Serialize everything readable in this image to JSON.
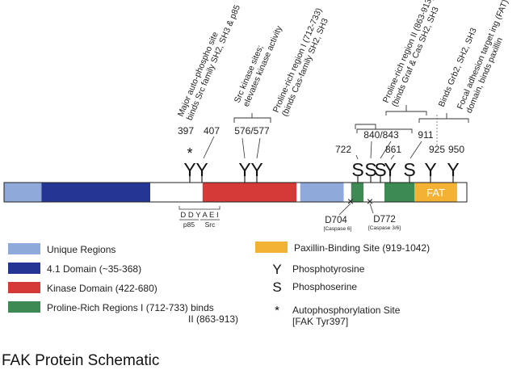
{
  "caption": "FAK Protein Schematic",
  "colors": {
    "unique": "#8ea9da",
    "domain41": "#253593",
    "kinase": "#d63a36",
    "proline": "#3d8a54",
    "fat": "#f3b234",
    "outline": "#222222"
  },
  "bar_segments": [
    {
      "name": "unique-region-1",
      "color_key": "unique",
      "start": 0.0,
      "end": 0.081
    },
    {
      "name": "domain-41",
      "color_key": "domain41",
      "start": 0.081,
      "end": 0.316
    },
    {
      "name": "linker-1",
      "color_key": "white",
      "start": 0.316,
      "end": 0.429
    },
    {
      "name": "kinase-domain",
      "color_key": "kinase",
      "start": 0.429,
      "end": 0.632
    },
    {
      "name": "linker-2",
      "color_key": "white",
      "start": 0.632,
      "end": 0.64
    },
    {
      "name": "unique-region-2",
      "color_key": "unique",
      "start": 0.64,
      "end": 0.734
    },
    {
      "name": "linker-3",
      "color_key": "white",
      "start": 0.734,
      "end": 0.75
    },
    {
      "name": "proline-rich-1",
      "color_key": "proline",
      "start": 0.75,
      "end": 0.777
    },
    {
      "name": "linker-4",
      "color_key": "white",
      "start": 0.777,
      "end": 0.822
    },
    {
      "name": "proline-rich-2",
      "color_key": "proline",
      "start": 0.822,
      "end": 0.887
    },
    {
      "name": "fat-domain",
      "color_key": "fat",
      "start": 0.887,
      "end": 0.979
    },
    {
      "name": "linker-5",
      "color_key": "white",
      "start": 0.979,
      "end": 1.0
    }
  ],
  "fat_label": "FAT",
  "sites": [
    {
      "residue": "397",
      "kind": "Y",
      "label": "397",
      "autophospho": true
    },
    {
      "residue": "407",
      "kind": "Y",
      "label": "407",
      "autophospho": false
    },
    {
      "residue": "576",
      "kind": "Y",
      "label": "",
      "autophospho": false
    },
    {
      "residue": "577",
      "kind": "Y",
      "label": "",
      "autophospho": false
    },
    {
      "residue": "722",
      "kind": "S",
      "label": "722",
      "autophospho": false
    },
    {
      "residue": "840",
      "kind": "S",
      "label": "",
      "autophospho": false
    },
    {
      "residue": "843",
      "kind": "S",
      "label": "",
      "autophospho": false
    },
    {
      "residue": "861",
      "kind": "Y",
      "label": "861",
      "autophospho": false
    },
    {
      "residue": "911",
      "kind": "S",
      "label": "911",
      "autophospho": false
    },
    {
      "residue": "925",
      "kind": "Y",
      "label": "925",
      "autophospho": false
    },
    {
      "residue": "950",
      "kind": "Y",
      "label": "950",
      "autophospho": false
    }
  ],
  "pair_labels": [
    "576/577",
    "840/843"
  ],
  "annotations": [
    {
      "name": "annotation-397",
      "lines": [
        "Major auto-phospho site",
        "binds Src family SH2, SH3 & p85"
      ]
    },
    {
      "name": "annotation-src-kinase",
      "lines": [
        "Src kinase sites;",
        "elevates kinase activity"
      ]
    },
    {
      "name": "annotation-proline-1",
      "lines": [
        "Proline-rich region I (712-733)",
        "(binds Cas-family SH2, SH3"
      ]
    },
    {
      "name": "annotation-proline-2",
      "lines": [
        "Proline-rich region II (863-913)",
        "(binds Graf & Cas SH2, SH3"
      ]
    },
    {
      "name": "annotation-925",
      "lines": [
        "Binds Grb2, SH2, SH3"
      ]
    },
    {
      "name": "annotation-fat",
      "lines": [
        "Focal adhesion target ing (FAT)",
        "domain, binds paxillin"
      ]
    }
  ],
  "motif": {
    "sequence": "D D Y A E I",
    "p85": "p85",
    "src": "Src"
  },
  "caspase": [
    {
      "name": "d704",
      "label": "D704",
      "sub": "[Caspase 6]"
    },
    {
      "name": "d772",
      "label": "D772",
      "sub": "[Caspase 3/6]"
    }
  ],
  "legend_swatches": [
    {
      "name": "legend-unique-regions",
      "color_key": "unique",
      "lines": [
        "Unique Regions"
      ]
    },
    {
      "name": "legend-41-domain",
      "color_key": "domain41",
      "lines": [
        "4.1 Domain (~35-368)"
      ]
    },
    {
      "name": "legend-kinase-domain",
      "color_key": "kinase",
      "lines": [
        "Kinase Domain (422-680)"
      ]
    },
    {
      "name": "legend-proline-rich",
      "color_key": "proline",
      "lines": [
        "Proline-Rich Regions  I (712-733) binds",
        "II (863-913)"
      ]
    },
    {
      "name": "legend-paxillin",
      "color_key": "fat",
      "lines": [
        "Paxillin-Binding Site (919-1042)"
      ]
    }
  ],
  "legend_symbols": [
    {
      "name": "legend-phosphotyrosine",
      "symbol": "Y",
      "lines": [
        "Phosphotyrosine"
      ]
    },
    {
      "name": "legend-phosphoserine",
      "symbol": "S",
      "lines": [
        "Phosphoserine"
      ]
    },
    {
      "name": "legend-autophosphorylation",
      "symbol": "*",
      "lines": [
        "Autophosphorylation Site",
        "[FAK Tyr397]"
      ]
    }
  ]
}
